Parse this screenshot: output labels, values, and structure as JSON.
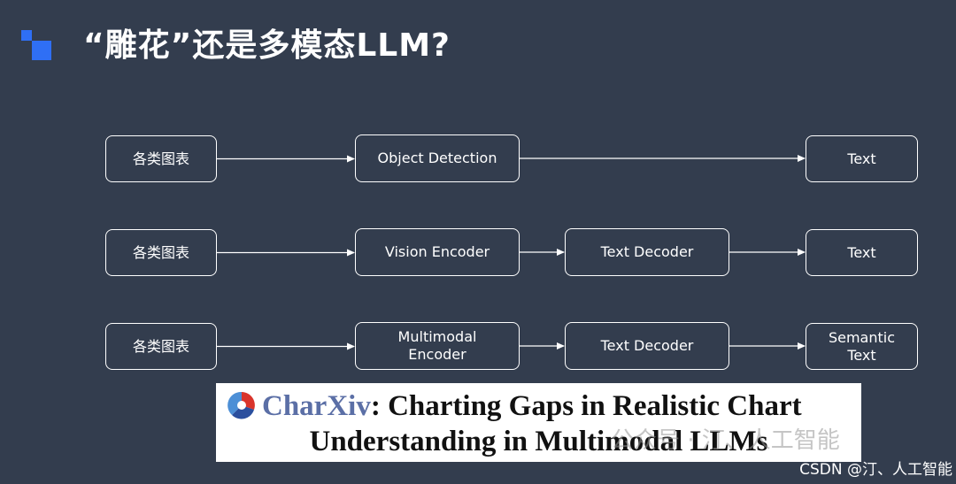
{
  "slide": {
    "title": "“雕花”还是多模态LLM?"
  },
  "diagram": {
    "nodes": [
      {
        "id": "r1-input",
        "label": "各类图表"
      },
      {
        "id": "r1-detect",
        "label": "Object Detection"
      },
      {
        "id": "r1-output",
        "label": "Text"
      },
      {
        "id": "r2-input",
        "label": "各类图表"
      },
      {
        "id": "r2-encoder",
        "label": "Vision Encoder"
      },
      {
        "id": "r2-decoder",
        "label": "Text Decoder"
      },
      {
        "id": "r2-output",
        "label": "Text"
      },
      {
        "id": "r3-input",
        "label": "各类图表"
      },
      {
        "id": "r3-encoder",
        "label": "Multimodal\nEncoder"
      },
      {
        "id": "r3-decoder",
        "label": "Text Decoder"
      },
      {
        "id": "r3-output",
        "label": "Semantic\nText"
      }
    ],
    "edges": [
      [
        "r1-input",
        "r1-detect"
      ],
      [
        "r1-detect",
        "r1-output"
      ],
      [
        "r2-input",
        "r2-encoder"
      ],
      [
        "r2-encoder",
        "r2-decoder"
      ],
      [
        "r2-decoder",
        "r2-output"
      ],
      [
        "r3-input",
        "r3-encoder"
      ],
      [
        "r3-encoder",
        "r3-decoder"
      ],
      [
        "r3-decoder",
        "r3-output"
      ]
    ]
  },
  "paper_banner": {
    "brand": "CharXiv",
    "line1_rest": ": Charting Gaps in Realistic Chart",
    "line2": "Understanding in Multimodal LLMs"
  },
  "watermark": {
    "text": "公众号 · 汀、人工智能"
  },
  "credit": {
    "text": "CSDN @汀、人工智能"
  },
  "colors": {
    "background": "#333d4e",
    "accent": "#2f6ff5",
    "brand": "#5b6fa6"
  }
}
